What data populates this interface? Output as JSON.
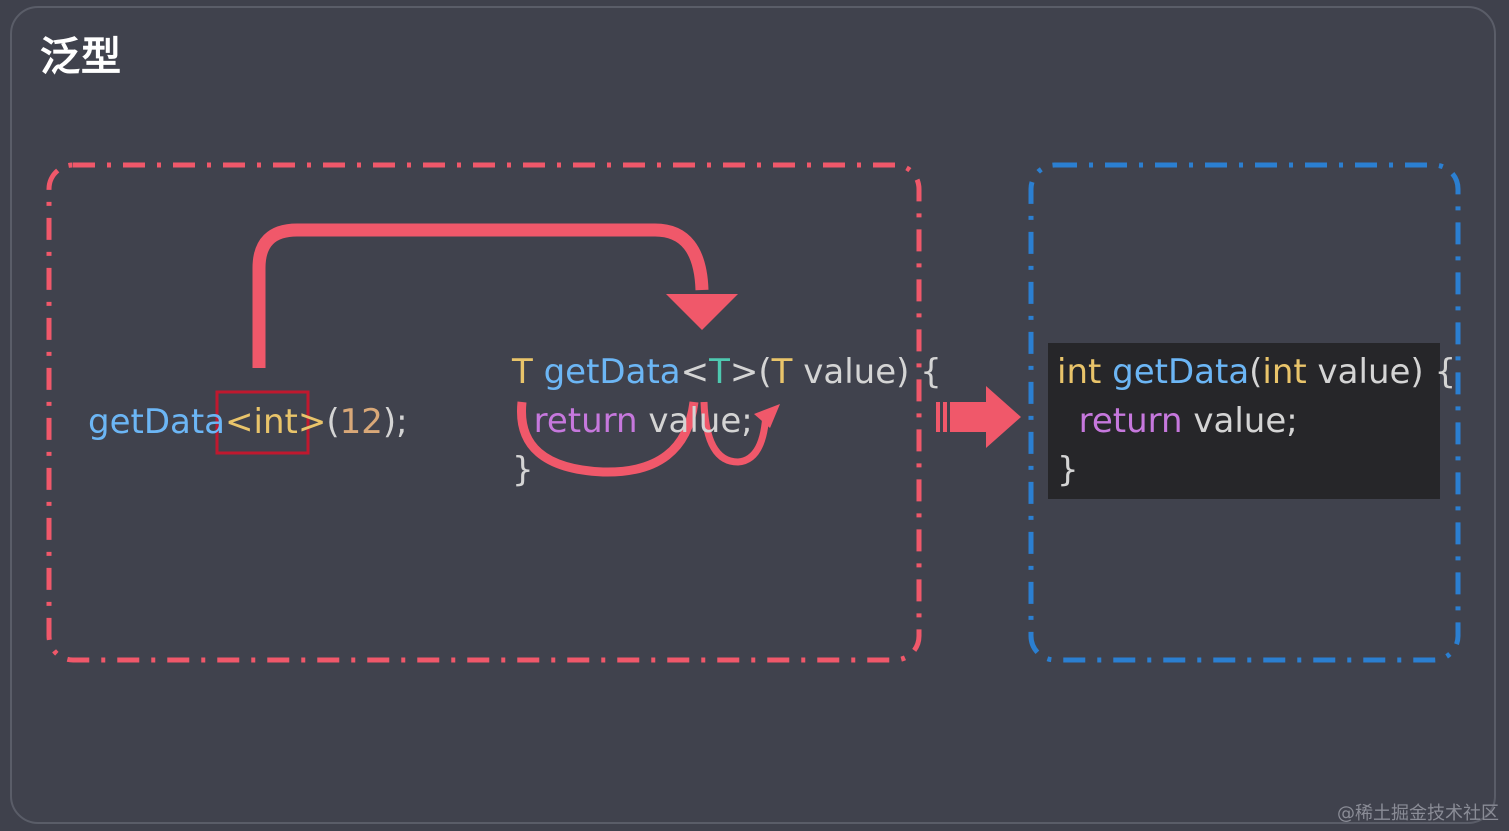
{
  "title": "泛型",
  "call_code": {
    "fn": "getData",
    "generic": "<int>",
    "args_open": "(",
    "arg": "12",
    "args_close": ");"
  },
  "generic_def": {
    "line1": {
      "t": "T",
      "fn": "getData",
      "lt": "<",
      "tp": "T",
      "gt": ">",
      "open": "(",
      "pt": "T",
      "rest": " value) {"
    },
    "line2": {
      "kw": "return",
      "rest": " value;"
    },
    "line3": "}"
  },
  "result_code": {
    "line1": {
      "t": "int",
      "fn": "getData",
      "open": "(",
      "pt": "int",
      "rest": " value) {"
    },
    "line2": {
      "kw": "return",
      "rest": " value;"
    },
    "line3": "}"
  },
  "watermark": "@稀土掘金技术社区",
  "colors": {
    "red": "#f0586a",
    "blue": "#2b7fd1",
    "highlight": "#c0182e"
  }
}
